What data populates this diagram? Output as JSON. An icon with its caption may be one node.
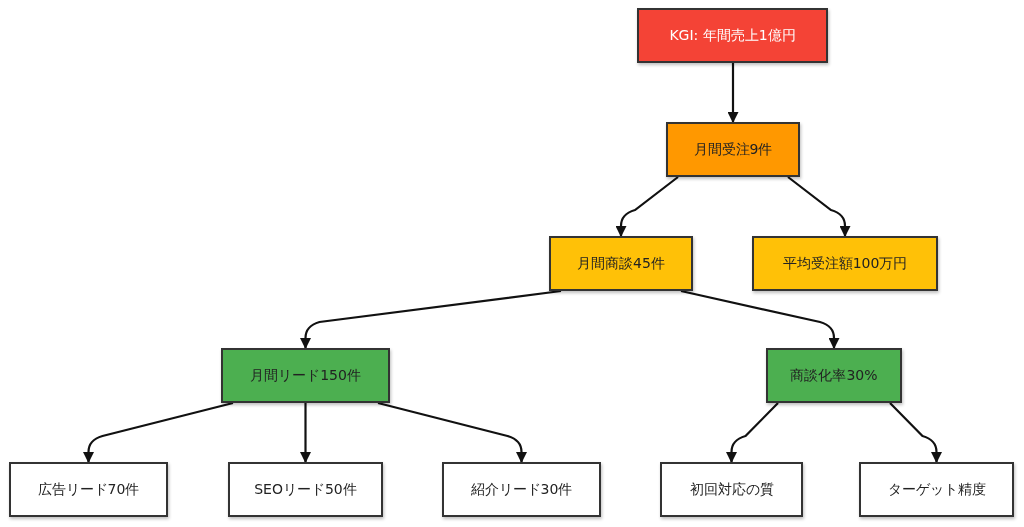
{
  "diagram": {
    "nodes": [
      {
        "text": [
          "KGI: 年間売上1億円"
        ]
      },
      {
        "text": [
          "月間受注9件"
        ]
      },
      {
        "text": [
          "月間商談45件"
        ]
      },
      {
        "text": [
          "平均受注額100万円"
        ]
      },
      {
        "text": [
          "月間リード150件"
        ]
      },
      {
        "text": [
          "商談化率30%"
        ]
      },
      {
        "text": [
          "広告リード70件"
        ]
      },
      {
        "text": [
          "SEOリード50件"
        ]
      },
      {
        "text": [
          "紹介リード30件"
        ]
      },
      {
        "text": [
          "初回対応の質"
        ]
      },
      {
        "text": [
          "ターゲット精度"
        ]
      }
    ],
    "edges": [
      {
        "from": 0,
        "to": 1,
        "arrow": "to"
      },
      {
        "from": 1,
        "to": 2,
        "arrow": "to"
      },
      {
        "from": 1,
        "to": 3,
        "arrow": "to"
      },
      {
        "from": 2,
        "to": 4,
        "arrow": "to"
      },
      {
        "from": 2,
        "to": 5,
        "arrow": "to"
      },
      {
        "from": 4,
        "to": 6,
        "arrow": "to"
      },
      {
        "from": 4,
        "to": 7,
        "arrow": "to"
      },
      {
        "from": 4,
        "to": 8,
        "arrow": "to"
      },
      {
        "from": 5,
        "to": 9,
        "arrow": "to"
      },
      {
        "from": 5,
        "to": 10,
        "arrow": "to"
      }
    ]
  }
}
